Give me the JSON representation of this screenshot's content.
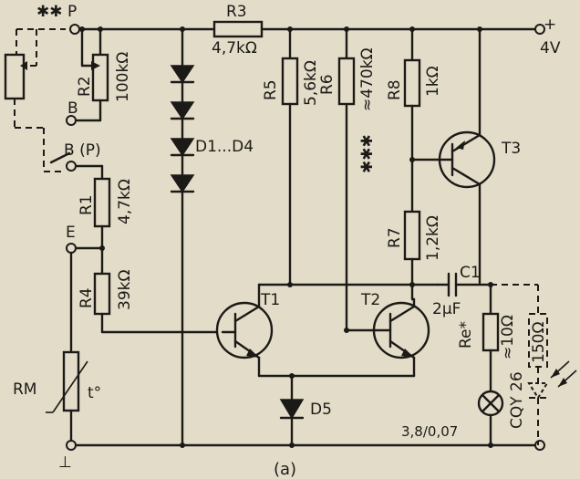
{
  "labels": {
    "p": "P",
    "b": "B",
    "bp": "B (P)",
    "e": "E",
    "plus": "+",
    "supply": "4V",
    "stars2": "✱✱",
    "stars3": "✱✱✱",
    "r3": "R3",
    "r3v": "4,7kΩ",
    "r2": "R2",
    "r2v": "100kΩ",
    "r1": "R1",
    "r1v": "4,7kΩ",
    "r4": "R4",
    "r4v": "39kΩ",
    "r5": "R5",
    "r5v": "5,6kΩ",
    "r6": "R6",
    "r6v": "≈470kΩ",
    "r8": "R8",
    "r8v": "1kΩ",
    "r7": "R7",
    "r7v": "1,2kΩ",
    "re": "Re*",
    "rev": "≈10Ω",
    "r150": "150Ω",
    "c1": "C1",
    "c1v": "2μF",
    "t1": "T1",
    "t2": "T2",
    "t3": "T3",
    "d14": "D1...D4",
    "d5": "D5",
    "rm": "RM",
    "temp": "t°",
    "led": "CQY 26",
    "lamp": "3,8/0,07",
    "ground": "⊥",
    "caption": "(a)"
  }
}
